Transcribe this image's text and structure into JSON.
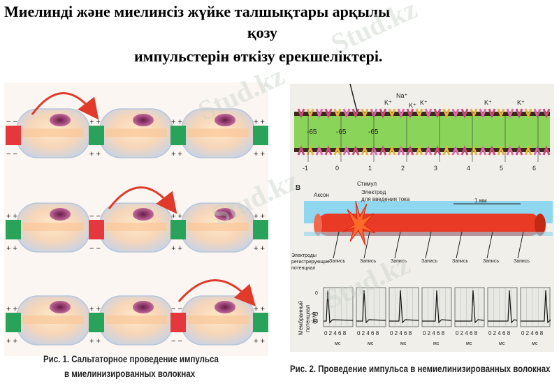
{
  "title": {
    "line1": "Миелинді және миелинсіз жүйке талшықтары арқылы",
    "line2": "қозу",
    "line3": "импульстерін өткізу ерекшеліктері."
  },
  "figure1": {
    "caption_line1": "Рис. 1. Сальтаторное проведение импульса",
    "caption_line2": "в миелинизированных волокнах",
    "signs": {
      "plus": "+ +",
      "minus": "− −"
    }
  },
  "figure2": {
    "caption": "Рис. 2. Проведение импульса в немиелинизированных волокнах",
    "panel_a": {
      "ions": [
        "Na⁺",
        "K⁺",
        "K⁺",
        "K⁺",
        "K⁺",
        "K⁺"
      ],
      "potentials": [
        "-65",
        "-65",
        "-65"
      ],
      "positions": [
        "-1",
        "0",
        "1",
        "2",
        "3",
        "4",
        "5",
        "6"
      ]
    },
    "panel_b": {
      "letter": "В",
      "axon_label": "Аксон",
      "stimulus_label": "Стимул",
      "electrode_label_1": "Электрод",
      "electrode_label_2": "для введения тока",
      "scale_label": "1 мм",
      "record_electrodes_1": "Электроды",
      "record_electrodes_2": "регистрирующие",
      "record_electrodes_3": "потенциал",
      "record_labels": [
        "Запись",
        "Запись",
        "Запись",
        "Запись",
        "Запись",
        "Запись",
        "Запись"
      ]
    },
    "panel_c": {
      "y_label_1": "Мембранный",
      "y_label_2": "потенциал",
      "y_label_3": "(mV)",
      "y_ticks": [
        "0",
        "-50",
        "-65"
      ],
      "x_ticks": "0 2 4 6 8",
      "x_unit": "мс"
    }
  },
  "watermark": "Stud.kz"
}
